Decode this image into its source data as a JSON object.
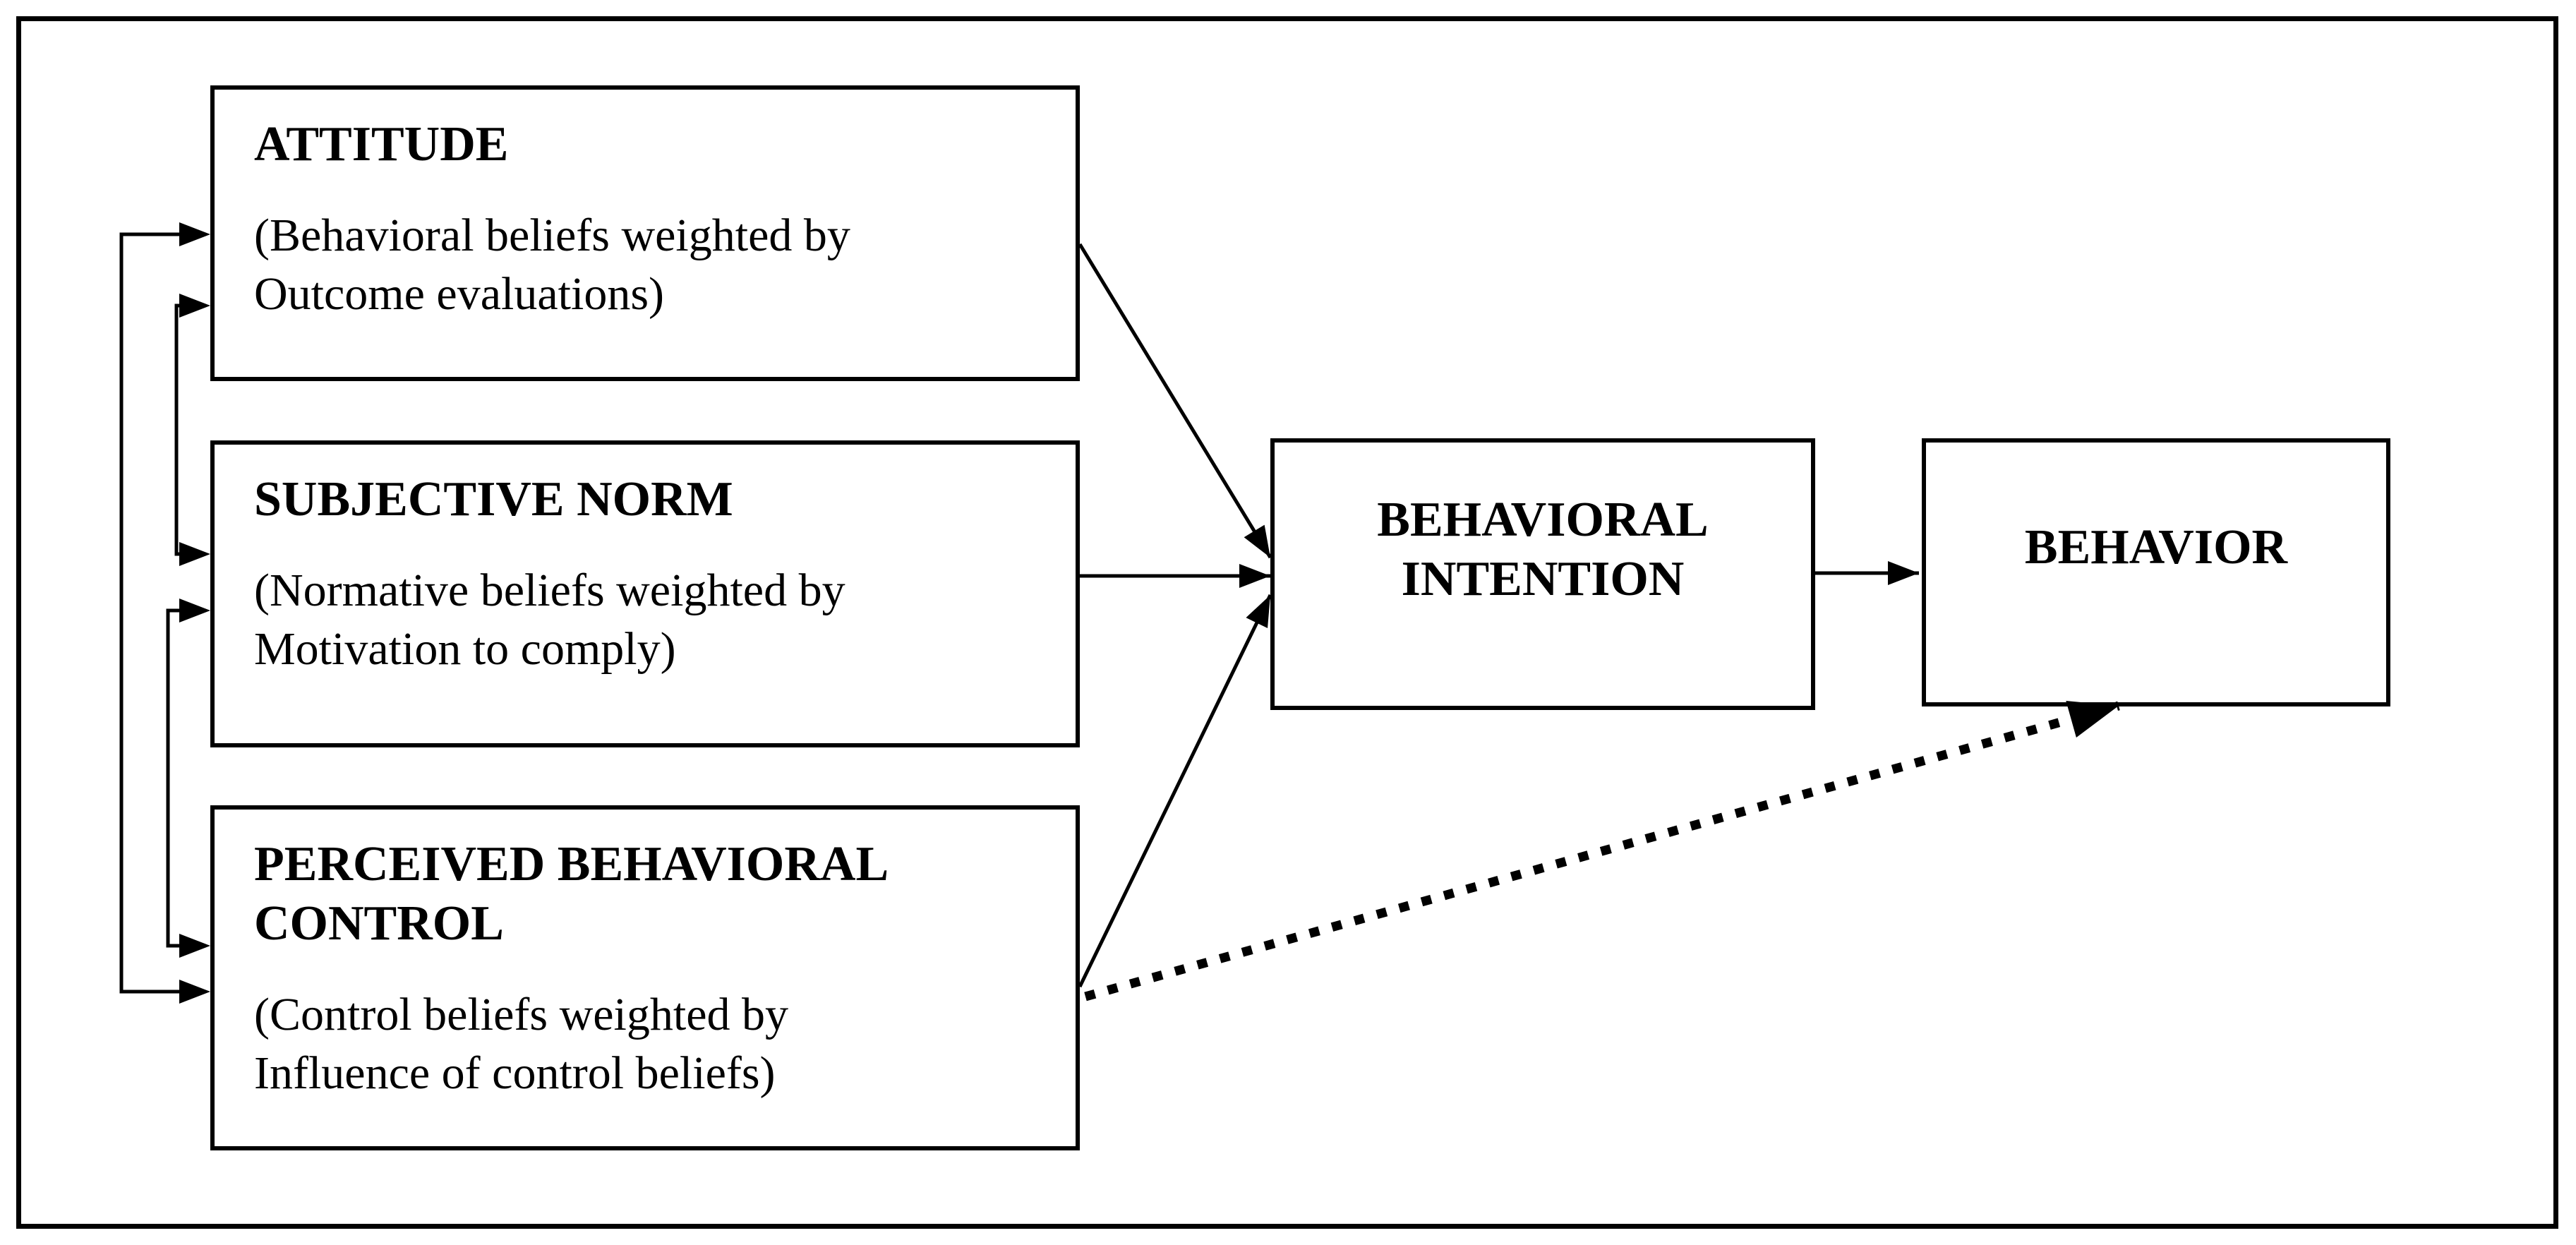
{
  "diagram": {
    "boxes": {
      "attitude": {
        "title_lines": [
          "ATTITUDE"
        ],
        "body_lines": [
          "(Behavioral beliefs weighted by",
          "Outcome evaluations)"
        ]
      },
      "subjective_norm": {
        "title_lines": [
          "SUBJECTIVE NORM"
        ],
        "body_lines": [
          "(Normative beliefs weighted by",
          "Motivation to comply)"
        ]
      },
      "perceived_behavioral_control": {
        "title_lines": [
          "PERCEIVED BEHAVIORAL",
          "CONTROL"
        ],
        "body_lines": [
          "(Control beliefs weighted by",
          "Influence of control beliefs)"
        ]
      },
      "behavioral_intention": {
        "title_lines": [
          "BEHAVIORAL",
          "INTENTION"
        ]
      },
      "behavior": {
        "title_lines": [
          "BEHAVIOR"
        ]
      }
    },
    "connections": [
      {
        "from": "attitude",
        "to": "behavioral_intention",
        "style": "solid-arrow"
      },
      {
        "from": "subjective_norm",
        "to": "behavioral_intention",
        "style": "solid-arrow"
      },
      {
        "from": "perceived_behavioral_control",
        "to": "behavioral_intention",
        "style": "solid-arrow"
      },
      {
        "from": "behavioral_intention",
        "to": "behavior",
        "style": "solid-arrow"
      },
      {
        "from": "perceived_behavioral_control",
        "to": "behavior",
        "style": "dotted-arrow"
      },
      {
        "from": "attitude",
        "to": "perceived_behavioral_control",
        "style": "feedback-rail-both-ends"
      },
      {
        "from": "attitude",
        "to": "subjective_norm",
        "style": "feedback-rail-both-ends"
      },
      {
        "from": "subjective_norm",
        "to": "perceived_behavioral_control",
        "style": "feedback-rail-both-ends"
      }
    ],
    "colors": {
      "background": "#ffffff",
      "line": "#000000",
      "text": "#000000"
    }
  }
}
